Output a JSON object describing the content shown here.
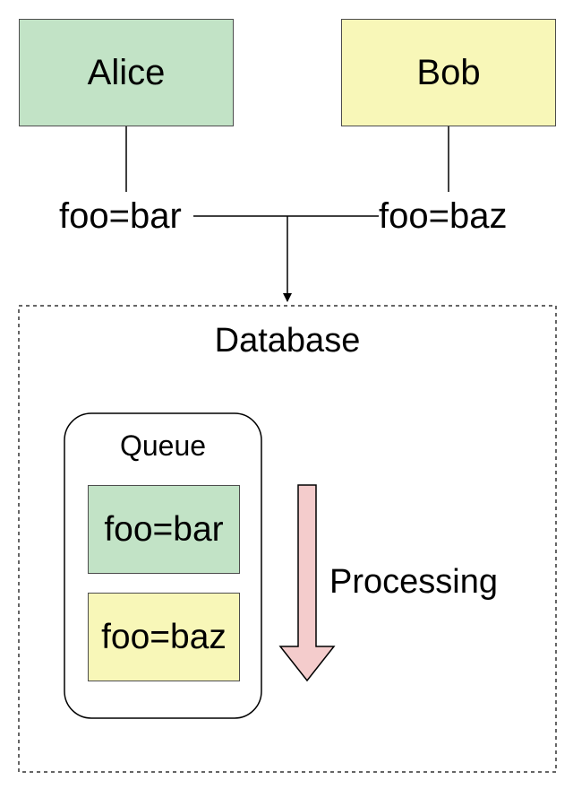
{
  "colors": {
    "alice_fill": "#c2e3c6",
    "bob_fill": "#f8f7b8",
    "processing_arrow_fill": "#f4cccc",
    "stroke": "#4d4d4d"
  },
  "actors": [
    {
      "name": "Alice"
    },
    {
      "name": "Bob"
    }
  ],
  "messages": [
    {
      "text": "foo=bar"
    },
    {
      "text": "foo=baz"
    }
  ],
  "database": {
    "title": "Database",
    "queue": {
      "title": "Queue",
      "items": [
        {
          "text": "foo=bar"
        },
        {
          "text": "foo=baz"
        }
      ]
    },
    "processing_label": "Processing"
  }
}
